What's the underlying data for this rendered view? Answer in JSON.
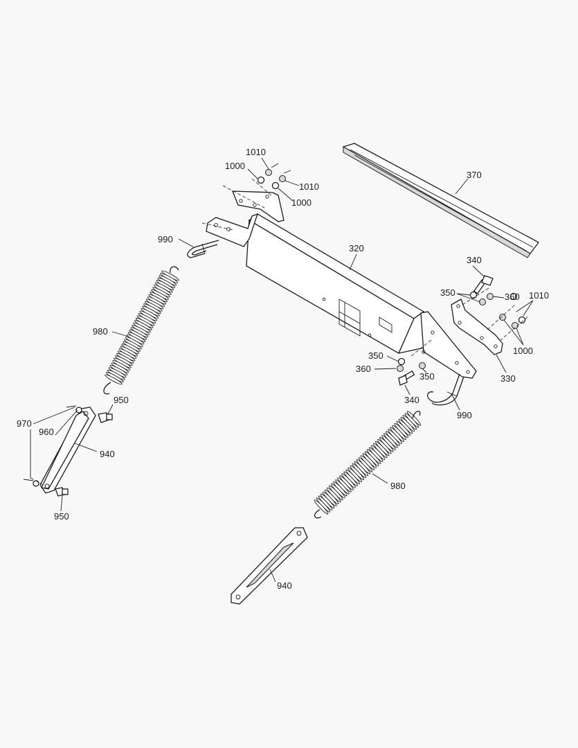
{
  "callouts": {
    "p370": "370",
    "p320": "320",
    "p330": "330",
    "p340a": "340",
    "p340b": "340",
    "p350a": "350",
    "p350b": "350",
    "p350c": "350",
    "p360a": "360",
    "p360b": "360",
    "p1010a": "1010",
    "p1010b": "1010",
    "p1010c": "1010",
    "p1000a": "1000",
    "p1000b": "1000",
    "p1000c": "1000",
    "p990a": "990",
    "p990b": "990",
    "p980a": "980",
    "p980b": "980",
    "p950a": "950",
    "p950b": "950",
    "p940a": "940",
    "p940b": "940",
    "p970": "970",
    "p960": "960"
  }
}
